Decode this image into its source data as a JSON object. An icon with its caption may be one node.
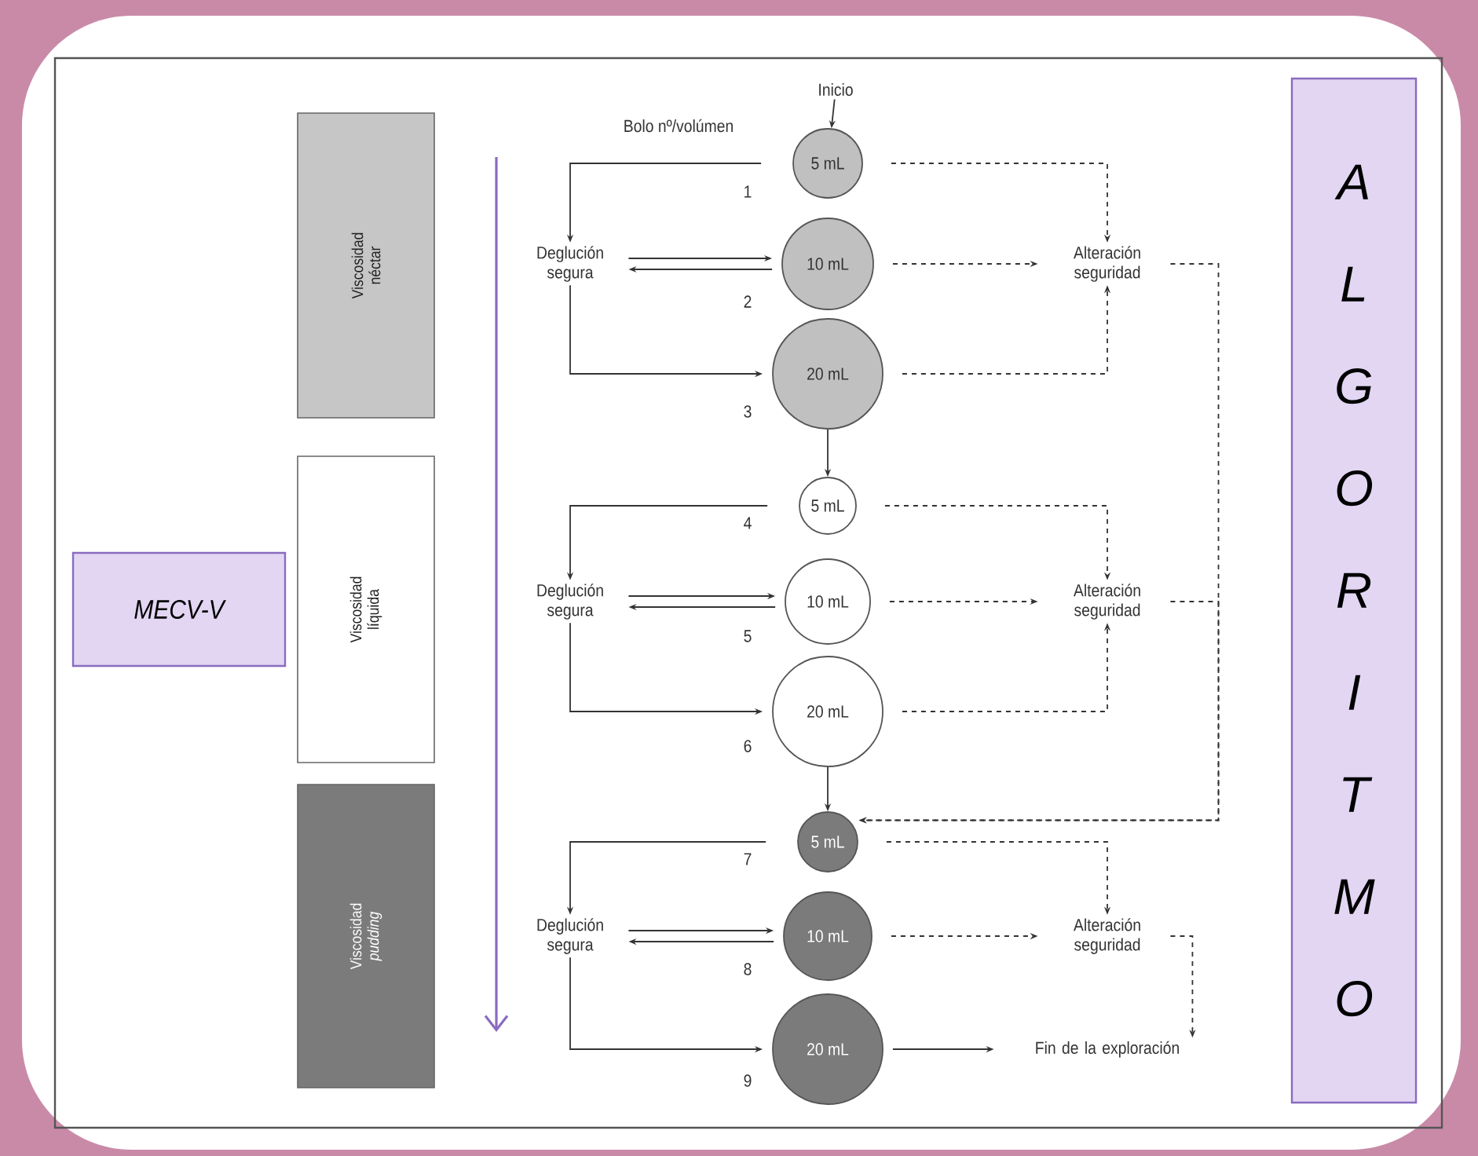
{
  "diagram": {
    "nodes": [
      {
        "text": [
          "MECV-V"
        ]
      },
      {
        "text": [
          "Viscosidad néctar"
        ]
      },
      {
        "text": [
          "Viscosidad líquida"
        ]
      },
      {
        "text": [
          "Viscosidad *pudding*"
        ]
      },
      {
        "text": [
          "ALGORITMO"
        ]
      },
      {
        "text": [
          "Inicio"
        ]
      },
      {
        "text": [
          "5 mL"
        ]
      },
      {
        "text": [
          "10 mL"
        ]
      },
      {
        "text": [
          "20 mL"
        ]
      },
      {
        "text": [
          "Deglución segura"
        ]
      },
      {
        "text": [
          "Alteración seguridad"
        ]
      },
      {
        "text": [
          "5 mL"
        ]
      },
      {
        "text": [
          "10 mL"
        ]
      },
      {
        "text": [
          "20 mL"
        ]
      },
      {
        "text": [
          "Deglución segura"
        ]
      },
      {
        "text": [
          "Alteración seguridad"
        ]
      },
      {
        "text": [
          "5 mL"
        ]
      },
      {
        "text": [
          "10 mL"
        ]
      },
      {
        "text": [
          "20 mL"
        ]
      },
      {
        "text": [
          "Deglución segura"
        ]
      },
      {
        "text": [
          "Alteración seguridad"
        ]
      },
      {
        "text": [
          "Fin de la exploración"
        ]
      }
    ],
    "edges": [
      {
        "from": 5,
        "to": 6,
        "arrow": "to"
      },
      {
        "from": 6,
        "to": 9,
        "arrow": "to"
      },
      {
        "from": 9,
        "to": 7,
        "arrow": "to"
      },
      {
        "from": 7,
        "to": 9,
        "arrow": "to"
      },
      {
        "from": 9,
        "to": 8,
        "arrow": "to"
      },
      {
        "from": 6,
        "to": 10,
        "arrow": "to",
        "style": "dashed"
      },
      {
        "from": 7,
        "to": 10,
        "arrow": "to",
        "style": "dashed"
      },
      {
        "from": 8,
        "to": 10,
        "arrow": "to",
        "style": "dashed"
      },
      {
        "from": 8,
        "to": 11,
        "arrow": "to"
      },
      {
        "from": 11,
        "to": 14,
        "arrow": "to"
      },
      {
        "from": 14,
        "to": 12,
        "arrow": "to"
      },
      {
        "from": 12,
        "to": 14,
        "arrow": "to"
      },
      {
        "from": 14,
        "to": 13,
        "arrow": "to"
      },
      {
        "from": 11,
        "to": 15,
        "arrow": "to",
        "style": "dashed"
      },
      {
        "from": 12,
        "to": 15,
        "arrow": "to",
        "style": "dashed"
      },
      {
        "from": 13,
        "to": 15,
        "arrow": "to",
        "style": "dashed"
      },
      {
        "from": 13,
        "to": 16,
        "arrow": "to"
      },
      {
        "from": 10,
        "to": 16,
        "arrow": "to",
        "style": "dashed"
      },
      {
        "from": 15,
        "to": 16,
        "arrow": "to",
        "style": "dashed"
      },
      {
        "from": 16,
        "to": 19,
        "arrow": "to"
      },
      {
        "from": 19,
        "to": 17,
        "arrow": "to"
      },
      {
        "from": 17,
        "to": 19,
        "arrow": "to"
      },
      {
        "from": 19,
        "to": 18,
        "arrow": "to"
      },
      {
        "from": 16,
        "to": 20,
        "arrow": "to",
        "style": "dashed"
      },
      {
        "from": 17,
        "to": 20,
        "arrow": "to",
        "style": "dashed"
      },
      {
        "from": 20,
        "to": 21,
        "arrow": "to",
        "style": "dashed"
      },
      {
        "from": 18,
        "to": 21,
        "arrow": "to"
      }
    ],
    "labels": [
      "Bolo nº/volúmen",
      "1",
      "2",
      "3",
      "4",
      "5",
      "6",
      "7",
      "8",
      "9"
    ]
  }
}
